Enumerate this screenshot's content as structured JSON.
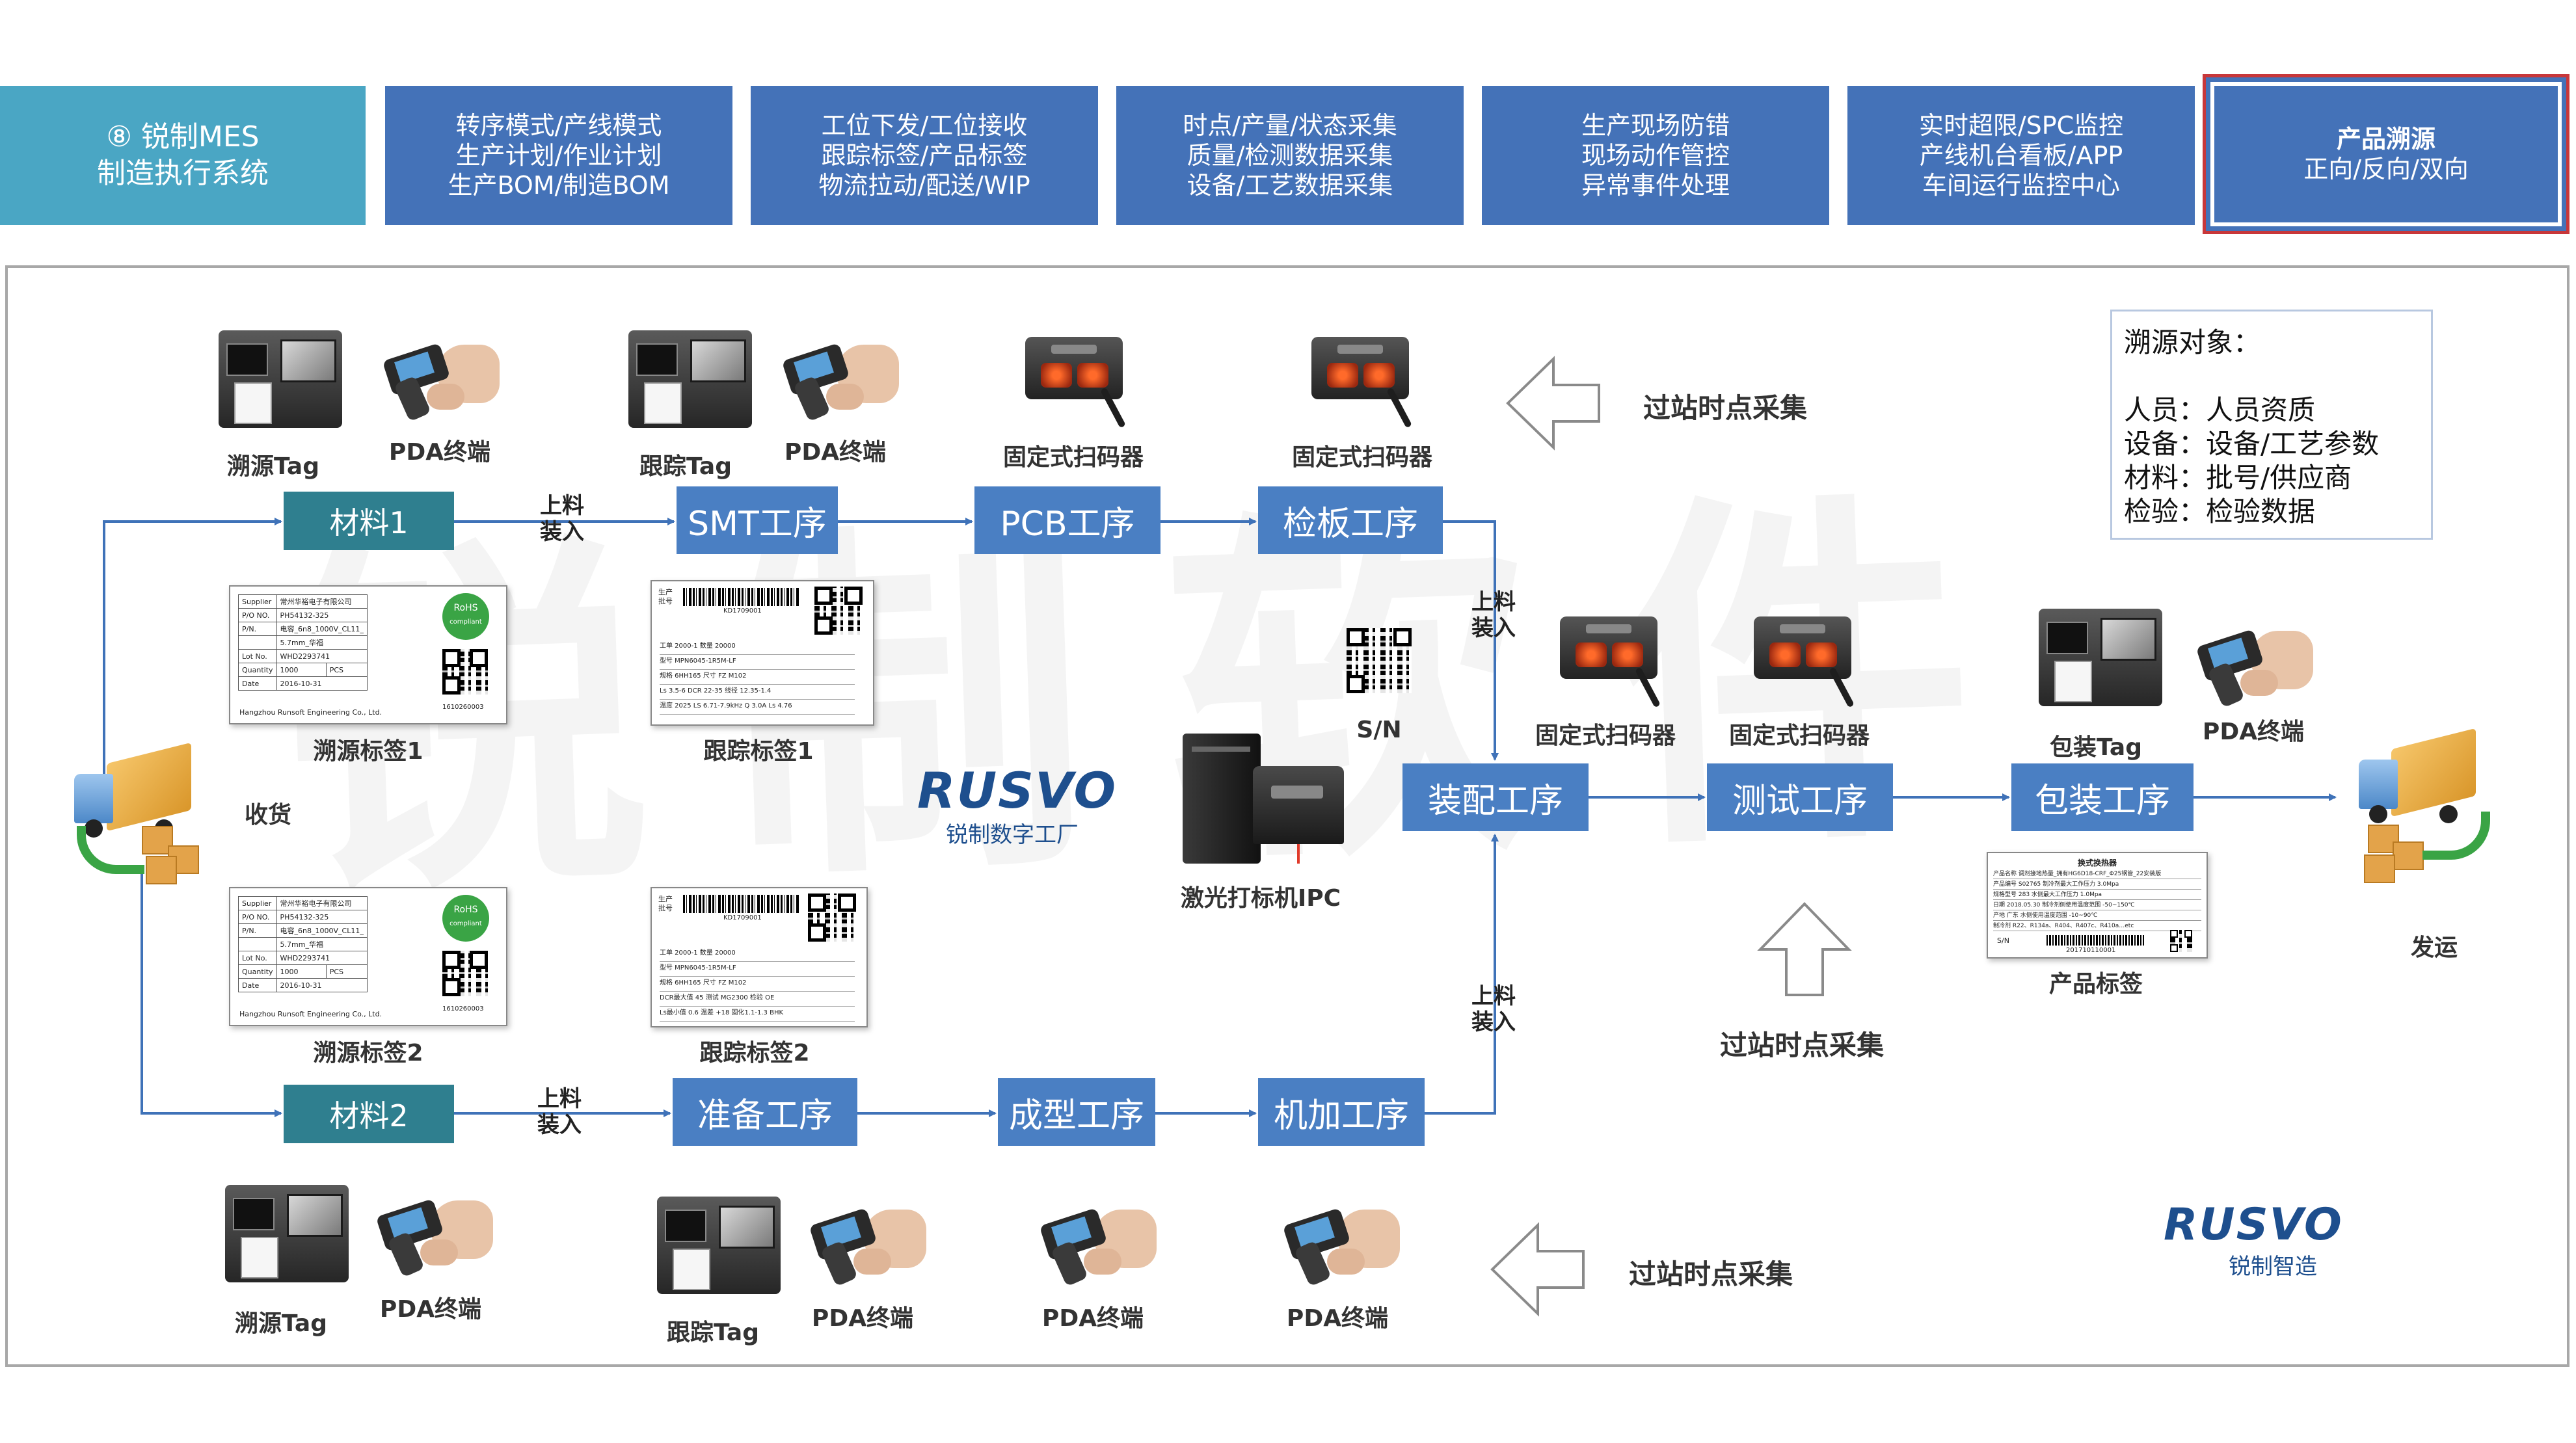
{
  "tabs": [
    {
      "lines": [
        "⑧ 锐制MES",
        "制造执行系统"
      ]
    },
    {
      "lines": [
        "转序模式/产线模式",
        "生产计划/作业计划",
        "生产BOM/制造BOM"
      ]
    },
    {
      "lines": [
        "工位下发/工位接收",
        "跟踪标签/产品标签",
        "物流拉动/配送/WIP"
      ]
    },
    {
      "lines": [
        "时点/产量/状态采集",
        "质量/检测数据采集",
        "设备/工艺数据采集"
      ]
    },
    {
      "lines": [
        "生产现场防错",
        "现场动作管控",
        "异常事件处理"
      ]
    },
    {
      "lines": [
        "实时超限/SPC监控",
        "产线机台看板/APP",
        "车间运行监控中心"
      ]
    },
    {
      "lines": [
        "产品溯源",
        "正向/反向/双向"
      ]
    }
  ],
  "processes": {
    "material1": "材料1",
    "smt": "SMT工序",
    "pcb": "PCB工序",
    "inspect": "检板工序",
    "assembly": "装配工序",
    "test": "测试工序",
    "pack": "包装工序",
    "material2": "材料2",
    "prep": "准备工序",
    "forming": "成型工序",
    "machining": "机加工序"
  },
  "labels": {
    "trace_tag": "溯源Tag",
    "pda": "PDA终端",
    "track_tag": "跟踪Tag",
    "fixed_scanner": "固定式扫码器",
    "pack_tag": "包装Tag",
    "station_collect": "过站时点采集",
    "load_in": [
      "上料",
      "装入"
    ],
    "receive": "收货",
    "ship": "发运",
    "trace_label1": "溯源标签1",
    "trace_label2": "溯源标签2",
    "track_label1": "跟踪标签1",
    "track_label2": "跟踪标签2",
    "sn": "S/N",
    "laser_ipc": "激光打标机IPC",
    "product_label": "产品标签"
  },
  "trace_objects": {
    "title": "溯源对象：",
    "items": [
      "人员：人员资质",
      "设备：设备/工艺参数",
      "材料：批号/供应商",
      "检验：检验数据"
    ]
  },
  "logos": {
    "brand": "RUSVO",
    "factory": "锐制数字工厂",
    "manufacture": "锐制智造"
  },
  "watermark": "锐制软件",
  "supplier_label": {
    "rows": [
      [
        "Supplier",
        "常州华裕电子有限公司"
      ],
      [
        "P/O NO.",
        "PH54132-325"
      ],
      [
        "P/N.",
        "电容_6n8_1000V_CL11_"
      ],
      [
        "",
        "5.7mm_华福"
      ],
      [
        "Lot No.",
        "WHD2293741"
      ],
      [
        "Quantity",
        "1000",
        "PCS"
      ],
      [
        "Date",
        "2016-10-31"
      ]
    ],
    "footer": "Hangzhou Runsoft Engineering Co., Ltd.",
    "rohs": [
      "RoHS",
      "compliant"
    ],
    "code": "1610260003"
  },
  "tracking_label": {
    "side": [
      "生产",
      "批号"
    ],
    "number": "KD1709001",
    "rows": [
      "工单  2000-1          数量  20000",
      "型号  MPN6045-1R5M-LF",
      "规格  6HH165          尺寸  FZ      M102",
      "Ls  3.5-6   DCR  22-35   线径  12.35-1.4",
      "温度  2025  LS  6.71-7.9kHz  Q  3.0A  Ls  4.76",
      "DCR最大值  45  测试  MG2300  检验  OE",
      "Ls最小值  0.6  温差  +18  固化1.1-1.3  BHK"
    ]
  },
  "product_label": {
    "title": "换式换热器",
    "rows": [
      "产品名称  调剂接地热量_拥有HG6D18-CRF_Φ25钢管_22安装版",
      "产品编号  S02765   制冷剂最大工作压力  3.0Mpa",
      "规格型号  283      水侧最大工作压力  1.0Mpa",
      "日期  2018.05.30  制冷剂侧使用温度范围  -50~150℃",
      "产地  广东      水侧使用温度范围  -10~90℃",
      "制冷剂  R22、R134a、R404、R407c、R410a…etc"
    ],
    "sn_label": "S/N",
    "sn": "201710110001"
  }
}
